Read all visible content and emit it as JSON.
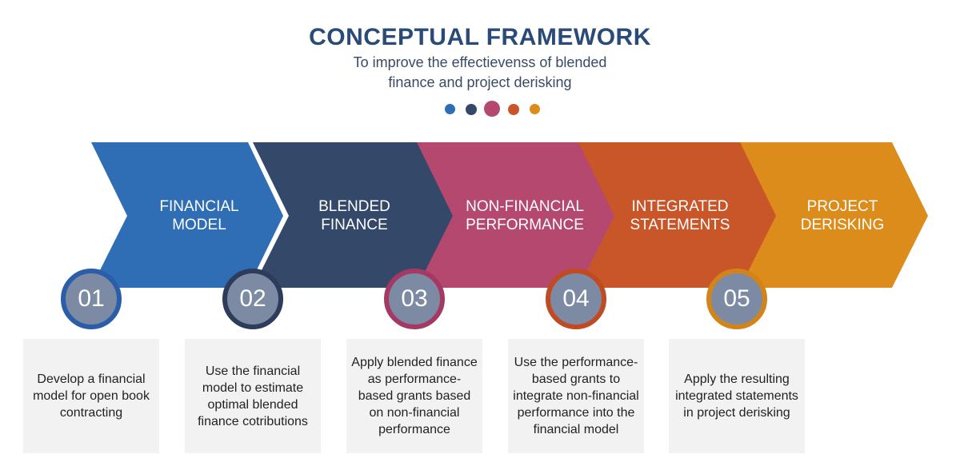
{
  "header": {
    "title": "CONCEPTUAL FRAMEWORK",
    "subtitle_line1": "To improve the effectievenss of blended",
    "subtitle_line2": "finance and project derisking"
  },
  "dots": [
    {
      "color": "#2f6db5"
    },
    {
      "color": "#34496a"
    },
    {
      "color": "#b4486f"
    },
    {
      "color": "#c85628"
    },
    {
      "color": "#dc8c1a"
    }
  ],
  "steps": [
    {
      "number": "01",
      "label_line1": "FINANCIAL",
      "label_line2": "MODEL",
      "description": "Develop a financial model for open book contracting",
      "color": "#2f6db5",
      "ring_color": "#2a5ea8",
      "icon": "chevron-arrow-icon"
    },
    {
      "number": "02",
      "label_line1": "BLENDED",
      "label_line2": "FINANCE",
      "description": "Use the financial model to estimate optimal blended finance cotributions",
      "color": "#34496a",
      "ring_color": "#2c3c5a",
      "icon": "chevron-arrow-icon"
    },
    {
      "number": "03",
      "label_line1": "NON-FINANCIAL",
      "label_line2": "PERFORMANCE",
      "description": "Apply blended finance as performance-based grants based on non-financial performance",
      "color": "#b4486f",
      "ring_color": "#a43a63",
      "icon": "chevron-arrow-icon"
    },
    {
      "number": "04",
      "label_line1": "INTEGRATED",
      "label_line2": "STATEMENTS",
      "description": "Use the performance-based grants to integrate non-financial performance into the financial model",
      "color": "#c85628",
      "ring_color": "#c04a22",
      "icon": "chevron-arrow-icon"
    },
    {
      "number": "05",
      "label_line1": "PROJECT",
      "label_line2": "DERISKING",
      "description": "Apply the resulting integrated statements in project derisking",
      "color": "#dc8c1a",
      "ring_color": "#d28418",
      "icon": "chevron-arrow-icon"
    }
  ]
}
